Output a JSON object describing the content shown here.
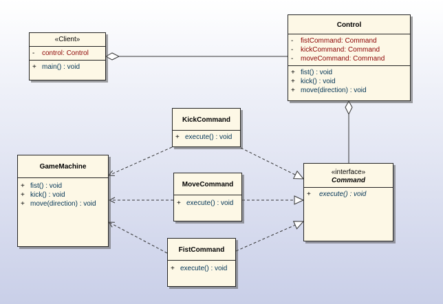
{
  "classes": {
    "client": {
      "stereotype": "«Client»",
      "attributes": [
        {
          "vis": "-",
          "text": "control:  Control"
        }
      ],
      "operations": [
        {
          "vis": "+",
          "text": "main() : void"
        }
      ]
    },
    "control": {
      "name": "Control",
      "attributes": [
        {
          "vis": "-",
          "text": "fistCommand:  Command"
        },
        {
          "vis": "-",
          "text": "kickCommand:  Command"
        },
        {
          "vis": "-",
          "text": "moveCommand:  Command"
        }
      ],
      "operations": [
        {
          "vis": "+",
          "text": "fist() : void"
        },
        {
          "vis": "+",
          "text": "kick() : void"
        },
        {
          "vis": "+",
          "text": "move(direction) : void"
        }
      ]
    },
    "kick_command": {
      "name": "KickCommand",
      "operations": [
        {
          "vis": "+",
          "text": "execute() : void"
        }
      ]
    },
    "move_command": {
      "name": "MoveCommand",
      "operations": [
        {
          "vis": "+",
          "text": "execute() : void"
        }
      ]
    },
    "fist_command": {
      "name": "FistCommand",
      "operations": [
        {
          "vis": "+",
          "text": "execute() : void"
        }
      ]
    },
    "game_machine": {
      "name": "GameMachine",
      "operations": [
        {
          "vis": "+",
          "text": "fist() : void"
        },
        {
          "vis": "+",
          "text": "kick() : void"
        },
        {
          "vis": "+",
          "text": "move(direction) : void"
        }
      ]
    },
    "command": {
      "stereotype": "«interface»",
      "name": "Command",
      "operations": [
        {
          "vis": "+",
          "text": "execute() : void"
        }
      ]
    }
  }
}
